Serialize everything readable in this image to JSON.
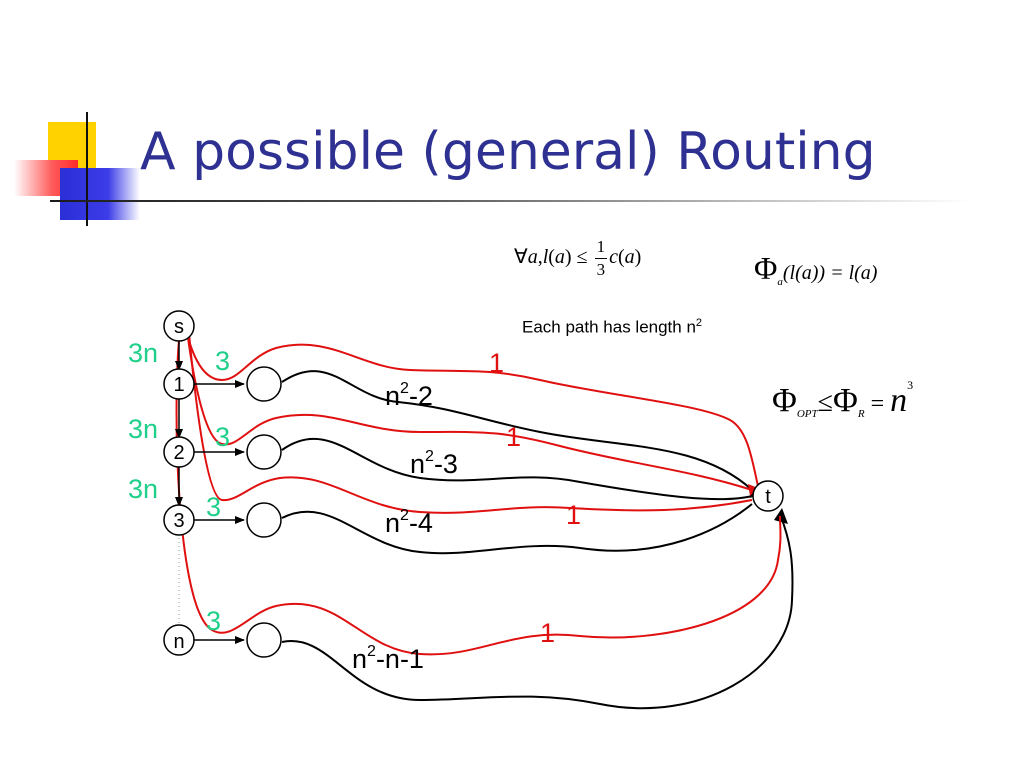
{
  "slide": {
    "title": "A possible (general) Routing",
    "formula_left": {
      "forall": "∀",
      "a": "a",
      "l": "l",
      "le": "≤",
      "one": "1",
      "three": "3",
      "c": "c",
      "lparen": "(",
      "rparen": ")",
      "comma": ","
    },
    "formula_phi": {
      "phi": "Φ",
      "sub": "a",
      "rest": "(l(a)) = l(a)"
    },
    "path_note": {
      "text": "Each path has length n",
      "sup": "2"
    },
    "formula_opt": {
      "phi": "Φ",
      "sub_opt": "OPT",
      "le": "≤",
      "sub_r": "R",
      "eq": "=",
      "n": "n",
      "exp": "3"
    }
  },
  "diagram": {
    "nodes": {
      "s": "s",
      "n1": "1",
      "n2": "2",
      "n3": "3",
      "nn": "n",
      "t": "t"
    },
    "left_costs": [
      "3n",
      "3n",
      "3n"
    ],
    "edge_costs": [
      "3",
      "3",
      "3",
      "3"
    ],
    "red_costs": [
      "1",
      "1",
      "1",
      "1"
    ],
    "path_lengths": [
      {
        "base": "n",
        "sup": "2",
        "rest": "-2"
      },
      {
        "base": "n",
        "sup": "2",
        "rest": "-3"
      },
      {
        "base": "n",
        "sup": "2",
        "rest": "-4"
      },
      {
        "base": "n",
        "sup": "2",
        "rest": "-n-1"
      }
    ],
    "colors": {
      "red": "#e01010",
      "green": "#1fcf8a",
      "title": "#2e3192"
    }
  }
}
